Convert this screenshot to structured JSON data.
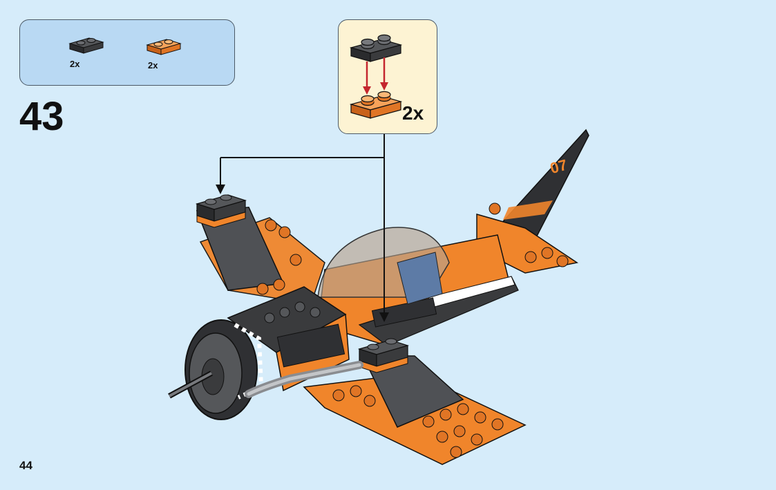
{
  "step": {
    "number": "43"
  },
  "parts_list": [
    {
      "name": "black plate 1x2",
      "color": "#3a3b3d",
      "quantity": "2x"
    },
    {
      "name": "orange plate 1x2",
      "color": "#f0852b",
      "quantity": "2x"
    }
  ],
  "callout": {
    "quantity": "2x"
  },
  "page": {
    "number": "44"
  },
  "colors": {
    "background": "#d6ecfa",
    "orange": "#f0852b",
    "black": "#3a3b3d",
    "arrow_red": "#c4262e",
    "callout_bg": "#fdf3d3",
    "parts_bg": "#b9d9f3"
  }
}
